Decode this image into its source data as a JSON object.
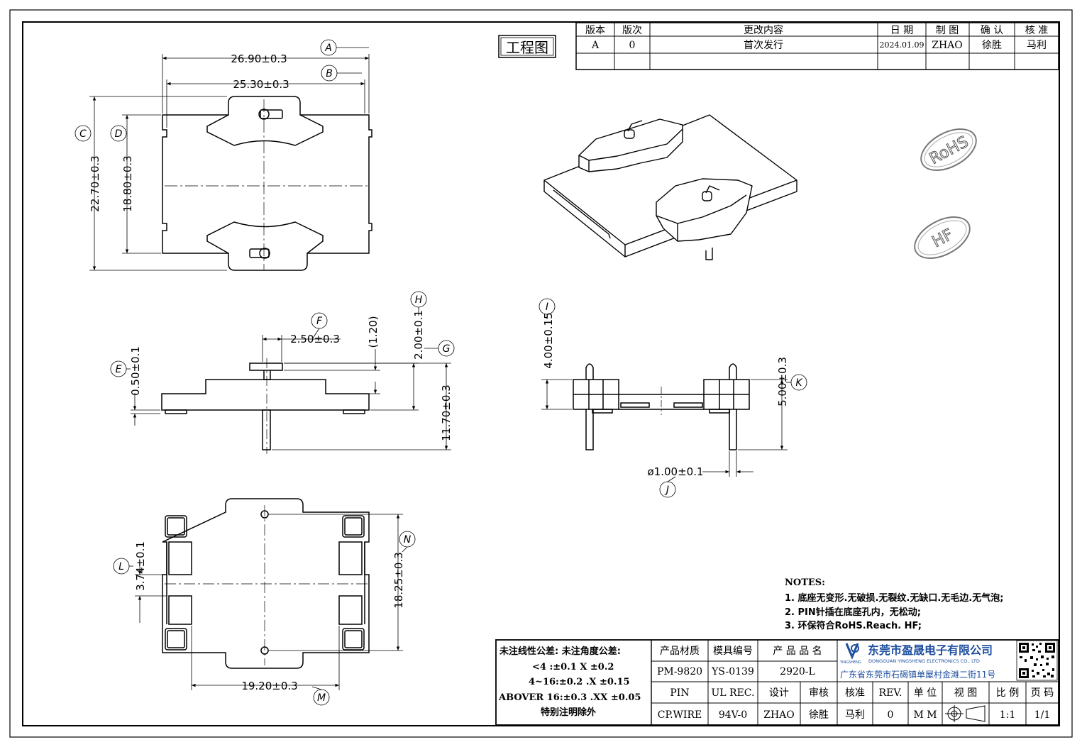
{
  "drawing_title": "工程图",
  "revision_table": {
    "headers": [
      "版本",
      "版次",
      "更改内容",
      "日 期",
      "制 图",
      "确 认",
      "核 准"
    ],
    "rows": [
      [
        "A",
        "0",
        "首次发行",
        "2024.01.09",
        "ZHAO",
        "徐胜",
        "马利"
      ],
      [
        "",
        "",
        "",
        "",
        "",
        "",
        ""
      ]
    ]
  },
  "dimensions": {
    "A": {
      "letter": "A",
      "text": "26.90±0.3"
    },
    "B": {
      "letter": "B",
      "text": "25.30±0.3"
    },
    "C": {
      "letter": "C",
      "text": "22.70±0.3"
    },
    "D": {
      "letter": "D",
      "text": "18.80±0.3"
    },
    "E": {
      "letter": "E",
      "text": "0.50±0.1"
    },
    "F": {
      "letter": "F",
      "text": "2.50±0.3"
    },
    "ref": {
      "text": "(1.20)"
    },
    "H": {
      "letter": "H",
      "text": "2.00±0.1"
    },
    "G": {
      "letter": "G",
      "text": "11.70±0.3"
    },
    "I": {
      "letter": "I",
      "text": "4.00±0.15"
    },
    "K": {
      "letter": "K",
      "text": "5.00±0.3"
    },
    "J": {
      "letter": "J",
      "text": "ø1.00±0.1"
    },
    "L": {
      "letter": "L",
      "text": "3.74±0.1"
    },
    "N": {
      "letter": "N",
      "text": "18.25±0.3"
    },
    "M": {
      "letter": "M",
      "text": "19.20±0.3"
    }
  },
  "stamps": {
    "rohs": "RoHS",
    "hf": "HF"
  },
  "notes": {
    "heading": "NOTES:",
    "items": [
      "1. 底座无变形.无破损.无裂纹.无缺口.无毛边.无气泡;",
      "2. PIN针插在底座孔内，无松动;",
      "3. 环保符合RoHS.Reach. HF;"
    ]
  },
  "tolerance": {
    "line1": "未注线性公差:  未注角度公差:",
    "line2": "<4 :±0.1  X ±0.2",
    "line3": "4~16:±0.2 .X ±0.15",
    "line4": "ABOVER 16:±0.3 .XX ±0.05",
    "line5": "特别注明除外"
  },
  "title_block": {
    "row1": [
      "产品材质",
      "模具编号",
      "产 品 品 名"
    ],
    "row2": [
      "PM-9820",
      "YS-0139",
      "2920-L"
    ],
    "row3": [
      "PIN",
      "UL REC.",
      "设计",
      "审核",
      "核准",
      "REV.",
      "单 位",
      "视 图",
      "比 例",
      "页 码"
    ],
    "row4": [
      "CP.WIRE",
      "94V-0",
      "ZHAO",
      "徐胜",
      "马利",
      "0",
      "M M",
      "",
      "1:1",
      "1/1"
    ]
  },
  "company": {
    "name_cn": "东莞市盈晟电子有限公司",
    "name_en": "DONGGUAN YINGSHENG ELECTRONICS CO., LTD",
    "logo_text": "YINGSHENG",
    "address": "广东省东莞市石碣镇单屋村金滩二街11号"
  }
}
